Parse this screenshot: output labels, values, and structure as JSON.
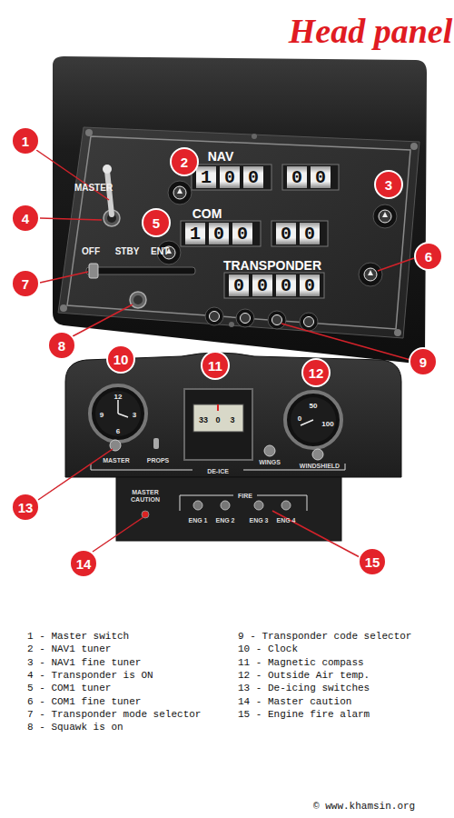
{
  "diagram": {
    "title": "Head panel",
    "labels": [
      "1",
      "2",
      "3",
      "4",
      "5",
      "6",
      "7",
      "8",
      "9",
      "10",
      "11",
      "12",
      "13",
      "14",
      "15",
      "MASTER",
      "NAV",
      "100",
      "00",
      "COM",
      "100",
      "00",
      "OFF",
      "STBY",
      "ENT",
      "TRANSPONDER",
      "0000",
      "12",
      "3",
      "6",
      "9",
      "33",
      "0",
      "3",
      "50",
      "0",
      "100",
      "MASTER",
      "PROPS",
      "WINGS",
      "WINDSHIELD",
      "DE-ICE",
      "MASTER CAUTION",
      "FIRE",
      "ENG 1",
      "ENG 2",
      "ENG 3",
      "ENG 4",
      "1 - Master switch",
      "2 - NAV1 tuner",
      "3 - NAV1 fine tuner",
      "4 - Transponder is ON",
      "5 - COM1 tuner",
      "6 - COM1 fine tuner",
      "7 - Transponder mode selector",
      "8 - Squawk is on",
      "9 - Transponder code selector",
      "10 - Clock",
      "11 - Magnetic compass",
      "12 - Outside Air temp.",
      "13 - De-icing switches",
      "14 - Master caution",
      "15 - Engine fire alarm",
      "© www.khamsin.org"
    ]
  }
}
